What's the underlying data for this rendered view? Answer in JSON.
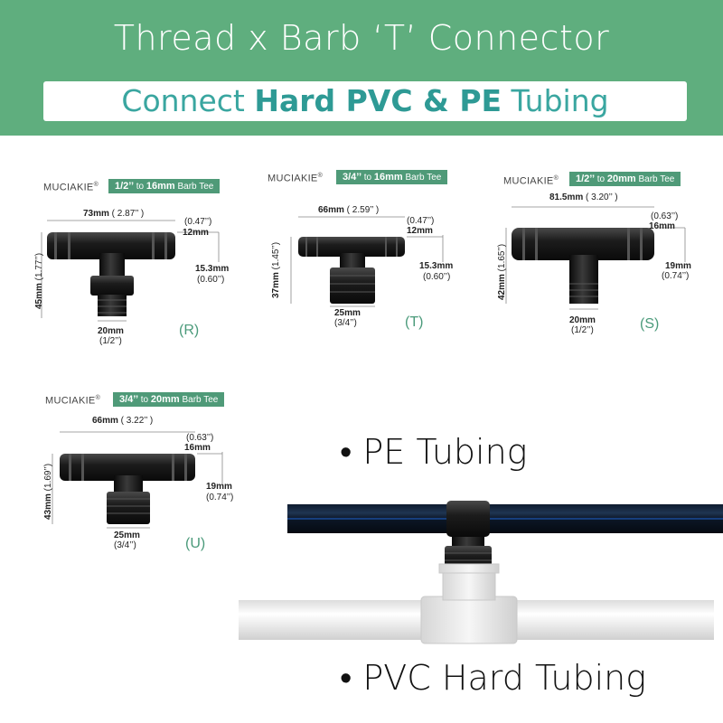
{
  "header": {
    "title": "Thread x Barb ‘T’ Connector",
    "banner_prefix": "Connect ",
    "banner_bold": "Hard PVC & PE",
    "banner_suffix": " Tubing"
  },
  "brand": "MUCIAKIE",
  "brand_mark": "®",
  "products": [
    {
      "code": "(R)",
      "tag_size": "1/2’’",
      "tag_to": " to ",
      "tag_barb": "16mm",
      "tag_suffix": " Barb Tee",
      "width_mm": "73mm",
      "width_in": " ( 2.87’’ )",
      "outlet_in": "(0.47’’)",
      "outlet_mm": "12mm",
      "side_mm": "15.3mm",
      "side_in": "(0.60’’)",
      "height_mm": "45mm",
      "height_in": " (1.77’’)",
      "thread_mm": "20mm",
      "thread_in": "(1/2’’)"
    },
    {
      "code": "(T)",
      "tag_size": "3/4’’",
      "tag_to": " to ",
      "tag_barb": "16mm",
      "tag_suffix": " Barb Tee",
      "width_mm": "66mm",
      "width_in": " ( 2.59’’ )",
      "outlet_in": "(0.47’’)",
      "outlet_mm": "12mm",
      "side_mm": "15.3mm",
      "side_in": "(0.60’’)",
      "height_mm": "37mm",
      "height_in": " (1.45’’)",
      "thread_mm": "25mm",
      "thread_in": "(3/4’’)"
    },
    {
      "code": "(S)",
      "tag_size": "1/2’’",
      "tag_to": " to ",
      "tag_barb": "20mm",
      "tag_suffix": " Barb Tee",
      "width_mm": "81.5mm",
      "width_in": " ( 3.20’’ )",
      "outlet_in": "(0.63’’)",
      "outlet_mm": "16mm",
      "side_mm": "19mm",
      "side_in": "(0.74’’)",
      "height_mm": "42mm",
      "height_in": " (1.65’’)",
      "thread_mm": "20mm",
      "thread_in": "(1/2’’)"
    },
    {
      "code": "(U)",
      "tag_size": "3/4’’",
      "tag_to": " to ",
      "tag_barb": "20mm",
      "tag_suffix": " Barb Tee",
      "width_mm": "66mm",
      "width_in": " ( 3.22’’ )",
      "outlet_in": "(0.63’’)",
      "outlet_mm": "16mm",
      "side_mm": "19mm",
      "side_in": "(0.74’’)",
      "height_mm": "43mm",
      "height_in": " (1.69’’)",
      "thread_mm": "25mm",
      "thread_in": "(3/4’’)"
    }
  ],
  "bullets": {
    "pe": "• PE Tubing",
    "pvc": "• PVC Hard Tubing"
  },
  "colors": {
    "header_green": "#5fae7e",
    "banner_teal": "#3aa6a0",
    "tag_green": "#4f9a78",
    "code_green": "#4a9a7a"
  }
}
